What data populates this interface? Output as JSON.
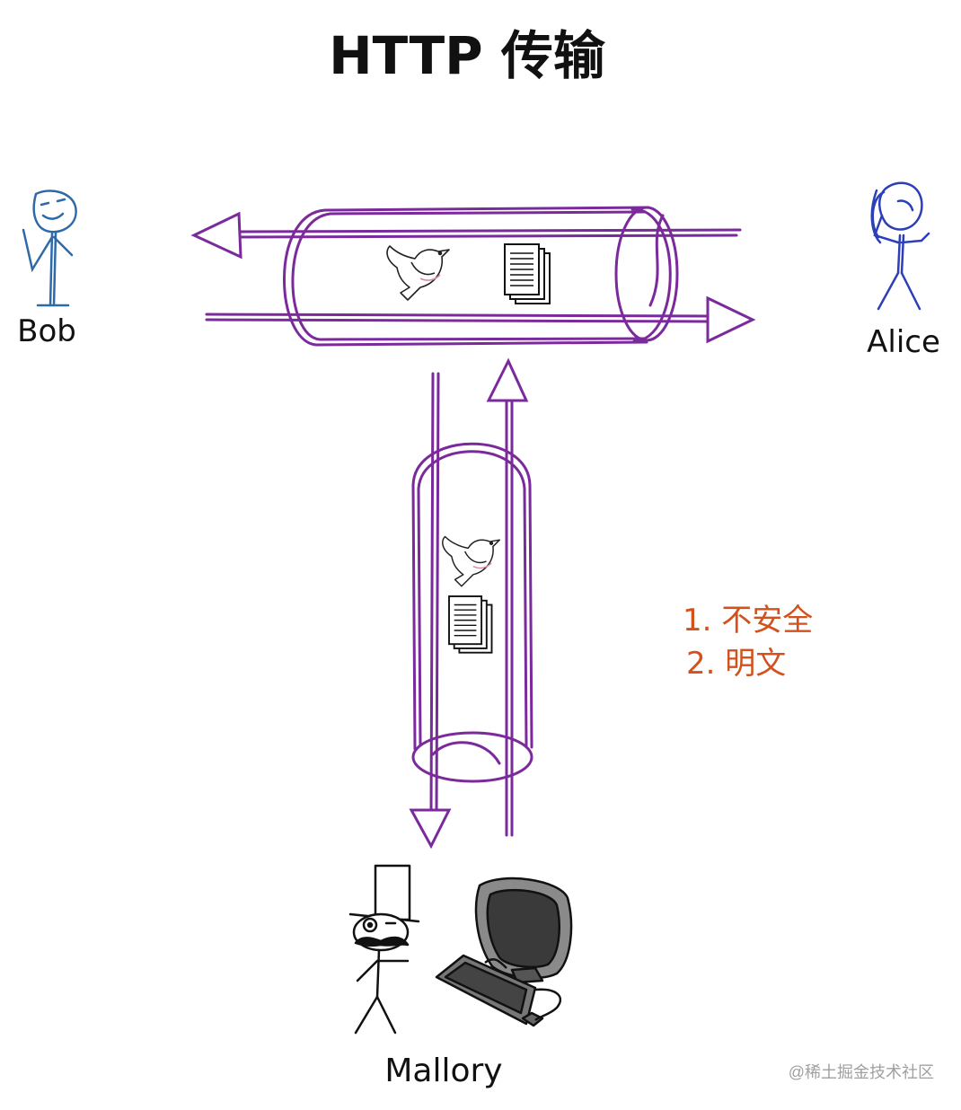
{
  "title": "HTTP 传输",
  "actors": {
    "bob": "Bob",
    "alice": "Alice",
    "mallory": "Mallory"
  },
  "notes": [
    "1.  不安全",
    "2.  明文"
  ],
  "watermark": "@稀土掘金技术社区",
  "colors": {
    "pipe": "#7b2a9b",
    "bob": "#2f6aa8",
    "alice": "#2d3fb8",
    "notes": "#d2511c",
    "ink": "#111111"
  }
}
